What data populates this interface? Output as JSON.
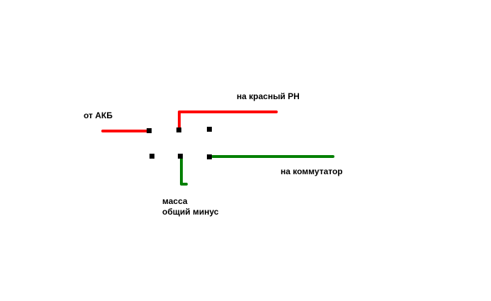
{
  "labels": {
    "from_battery": "от АКБ",
    "to_red_wire": "на красный РН",
    "to_commutator": "на коммутатор",
    "ground_line1": "масса",
    "ground_line2": "общий минус"
  },
  "colors": {
    "positive_wire": "#ff0000",
    "commutator_wire": "#008000",
    "ground_wire": "#008000",
    "terminal": "#000000",
    "background": "#ffffff"
  }
}
